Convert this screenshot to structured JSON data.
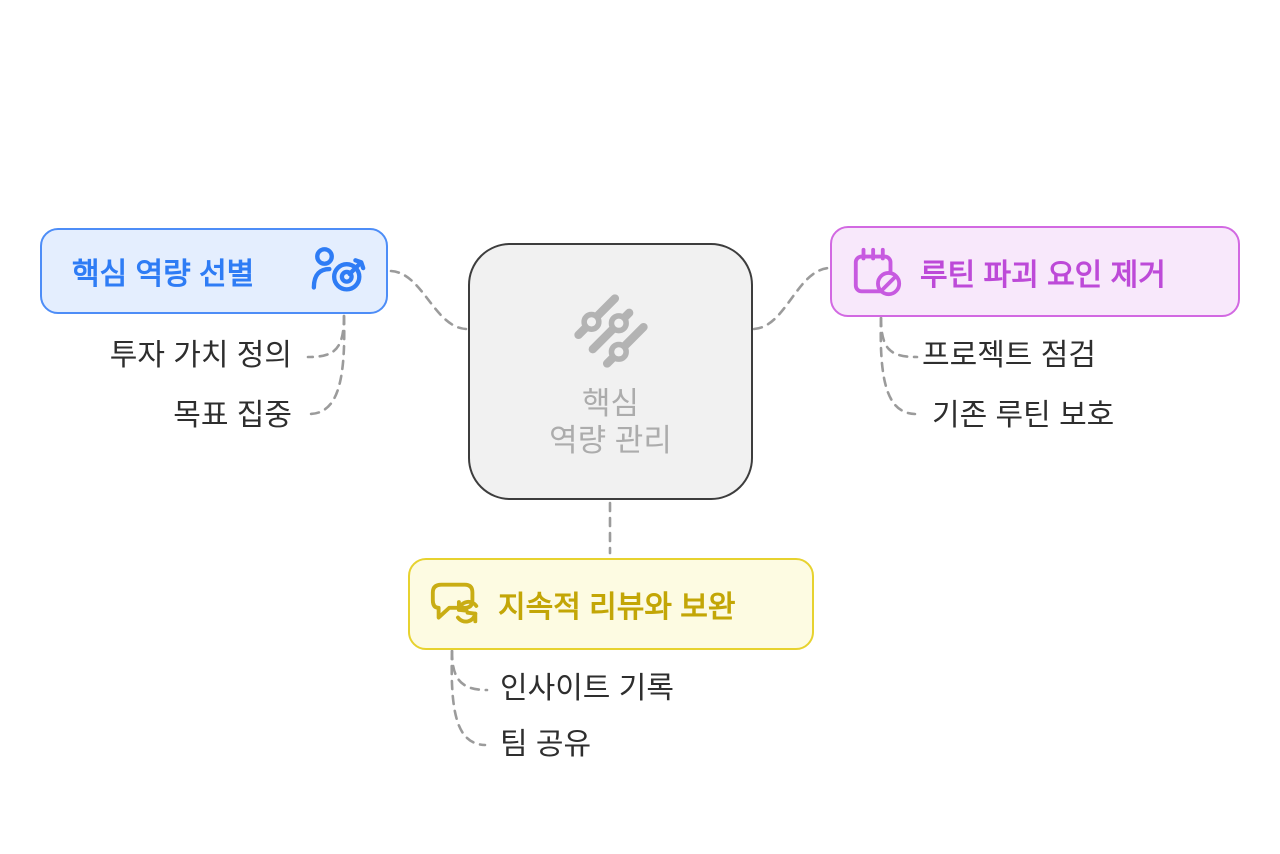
{
  "diagram": {
    "center": {
      "line1": "핵심",
      "line2": "역량 관리",
      "icon": "diagonal-sliders"
    },
    "branches": {
      "blue": {
        "label": "핵심 역량 선별",
        "icon": "person-target",
        "items": [
          "투자 가치 정의",
          "목표 집중"
        ],
        "accent": "#2e7cf5",
        "border": "#4d8df7",
        "bg": "#e4eefe"
      },
      "purple": {
        "label": "루틴 파괴 요인 제거",
        "icon": "notepad-ban",
        "items": [
          "프로젝트 점검",
          "기존 루틴 보호"
        ],
        "accent": "#bd4ad8",
        "border": "#d269e2",
        "bg": "#f8e8fb"
      },
      "yellow": {
        "label": "지속적 리뷰와 보완",
        "icon": "chat-refresh",
        "items": [
          "인사이트 기록",
          "팀 공유"
        ],
        "accent": "#c3a606",
        "border": "#e7d22f",
        "bg": "#fdfbe2"
      }
    },
    "connector_color": "#9b9b9b",
    "center_colors": {
      "border": "#3d3d3d",
      "bg": "#f1f1f1",
      "text": "#acacac"
    }
  }
}
